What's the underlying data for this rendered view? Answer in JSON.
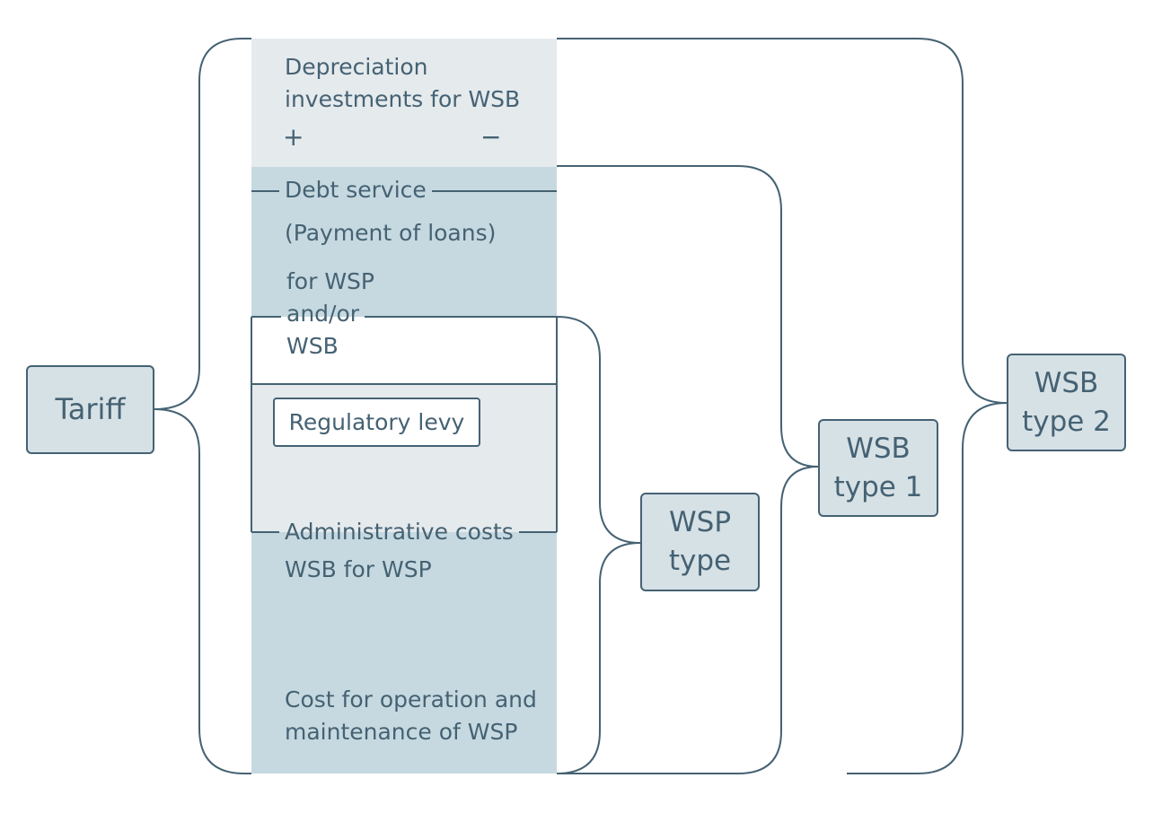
{
  "blocks": {
    "depreciation": {
      "line1": "Depreciation",
      "line2": "investments for WSB",
      "plus": "+",
      "minus": "−"
    },
    "debt_service": {
      "title": "Debt service",
      "line2": "(Payment of loans)",
      "line3": "for WSP",
      "line4": "and/or",
      "line5": "WSB"
    },
    "regulatory_levy": "Regulatory levy",
    "administrative": {
      "line1": "Administrative costs",
      "line2": "WSB for WSP"
    },
    "operation": {
      "line1": "Cost for operation and",
      "line2": "maintenance of WSP"
    }
  },
  "nodes": {
    "tariff": "Tariff",
    "wsp_type": {
      "line1": "WSP",
      "line2": "type"
    },
    "wsb_type1": {
      "line1": "WSB",
      "line2": "type 1"
    },
    "wsb_type2": {
      "line1": "WSB",
      "line2": "type 2"
    }
  },
  "colors": {
    "ink": "#456273",
    "light_fill": "#e5eaed",
    "mid_fill": "#c6d9e0",
    "node_fill": "#d6e1e6"
  }
}
